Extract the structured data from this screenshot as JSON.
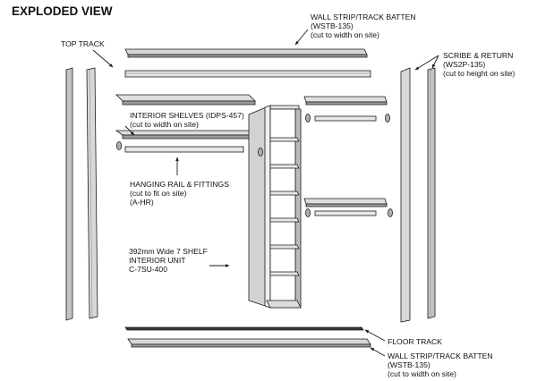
{
  "title": "EXPLODED VIEW",
  "labels": {
    "wall_strip_top": [
      "WALL STRIP/TRACK BATTEN",
      "(WSTB-135)",
      "(cut to width on site)"
    ],
    "top_track": "TOP TRACK",
    "scribe_return": [
      "SCRIBE & RETURN",
      "(WS2P-135)",
      "(cut to height on site)"
    ],
    "interior_shelves": [
      "INTERIOR SHELVES (IDPS-457)",
      "(cut to width on site)"
    ],
    "hanging_rail": [
      "HANGING RAIL & FITTINGS",
      "(cut to fit on site)",
      "(A-HR)"
    ],
    "interior_unit": [
      "392mm Wide 7 SHELF",
      "INTERIOR UNIT",
      "C-7SU-400"
    ],
    "floor_track": "FLOOR TRACK",
    "wall_strip_bottom": [
      "WALL STRIP/TRACK BATTEN",
      "(WSTB-135)",
      "(cut to width on site)"
    ]
  },
  "colors": {
    "line": "#1a1a1a",
    "fill_light": "#dcdcdc",
    "fill_mid": "#c8c8c8",
    "fill_dark": "#9a9a9a",
    "background": "#ffffff"
  }
}
